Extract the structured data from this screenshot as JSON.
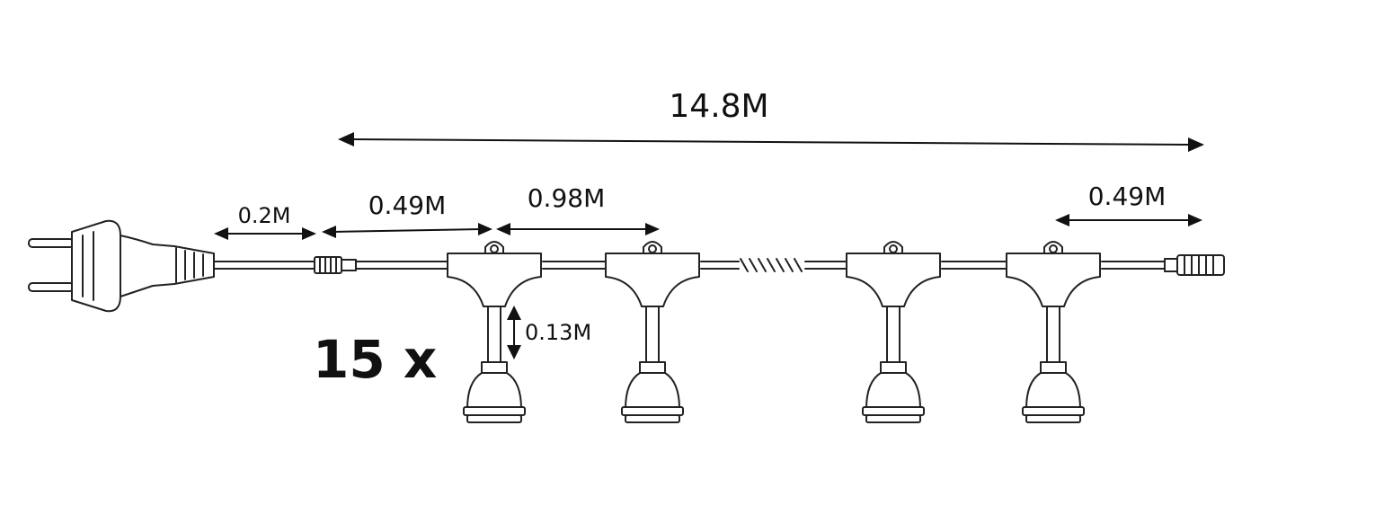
{
  "dimensions": {
    "total_length": "14.8M",
    "plug_cable": "0.2M",
    "first_spacing": "0.49M",
    "socket_spacing": "0.98M",
    "last_spacing": "0.49M",
    "drop_length": "0.13M"
  },
  "socket_count_label": "15 x",
  "colors": {
    "line": "#222222",
    "text": "#111111",
    "background": "#ffffff"
  }
}
